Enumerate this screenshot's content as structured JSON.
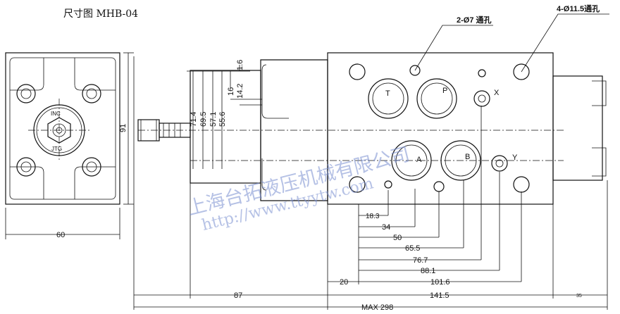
{
  "title": "尺寸图 MHB-04",
  "callouts": {
    "small_holes": "2-Ø7 通孔",
    "large_holes": "4-Ø11.5通孔"
  },
  "side_view": {
    "width_dim": "60",
    "height_dim": "91",
    "knob_text_top": "INC",
    "knob_text_bottom": "JTG"
  },
  "port_labels": {
    "t": "T",
    "p": "P",
    "a": "A",
    "b": "B",
    "x": "X",
    "y": "Y"
  },
  "vertical_dims": [
    "71.4",
    "69.5",
    "57.1",
    "55.6",
    "16",
    "14.2",
    "1.6"
  ],
  "horizontal_dims": [
    "18.3",
    "34",
    "50",
    "65.5",
    "76.7",
    "88.1",
    "101.6",
    "20",
    "87",
    "141.5",
    "35",
    "MAX 298"
  ],
  "watermark": {
    "company": "上海台拓液压机械有限公司",
    "url": "http://www.ttyytw.com"
  }
}
